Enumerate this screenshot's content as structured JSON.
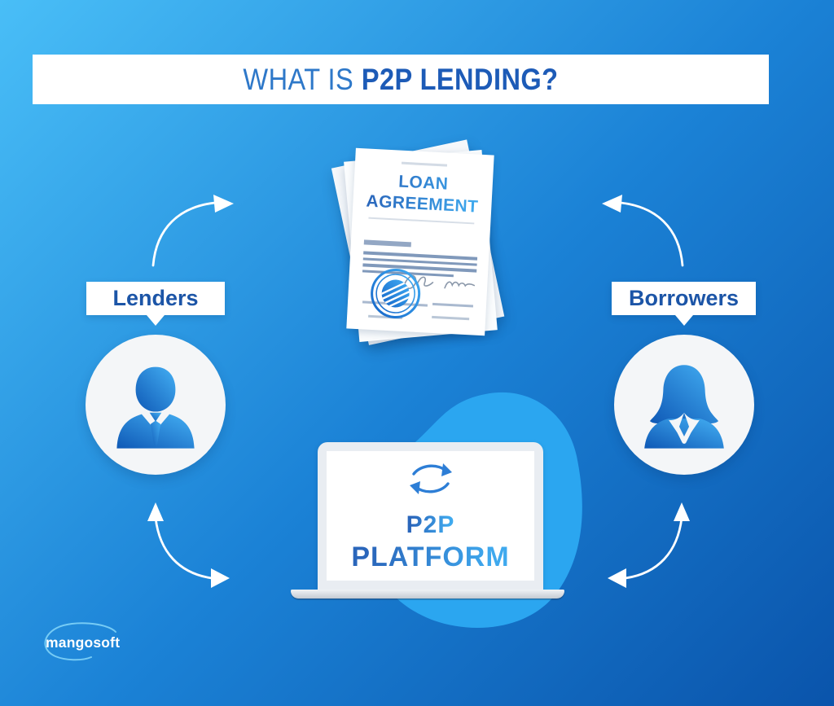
{
  "header": {
    "title_regular": "WHAT IS",
    "title_bold": "P2P LENDING?"
  },
  "document": {
    "title_line1": "LOAN",
    "title_line2": "AGREEMENT"
  },
  "lenders": {
    "label": "Lenders"
  },
  "borrowers": {
    "label": "Borrowers"
  },
  "platform": {
    "line1": "P2P",
    "line2": "PLATFORM"
  },
  "footer": {
    "brand": "mangosoft"
  },
  "icons": {
    "laptop_screen": "refresh-sync-icon",
    "lenders": "male-person-icon",
    "borrowers": "female-person-icon",
    "document": [
      "stamp-icon",
      "signature-icon"
    ],
    "arrows": [
      "arrow-lenders-to-agreement",
      "arrow-borrowers-to-agreement",
      "arrow-lenders-platform-exchange",
      "arrow-borrowers-platform-exchange"
    ]
  },
  "colors": {
    "bg_gradient_top_left": "#49bef7",
    "bg_gradient_bottom_right": "#0a54ab",
    "header_regular_text": "#2e78c9",
    "header_bold_text": "#1d5bb7",
    "label_text": "#1c55a7",
    "accent_gradient_start": "#2a66bb",
    "accent_gradient_end": "#3fa9ee",
    "blob": "#2ba6f0",
    "arrow": "#ffffff"
  }
}
